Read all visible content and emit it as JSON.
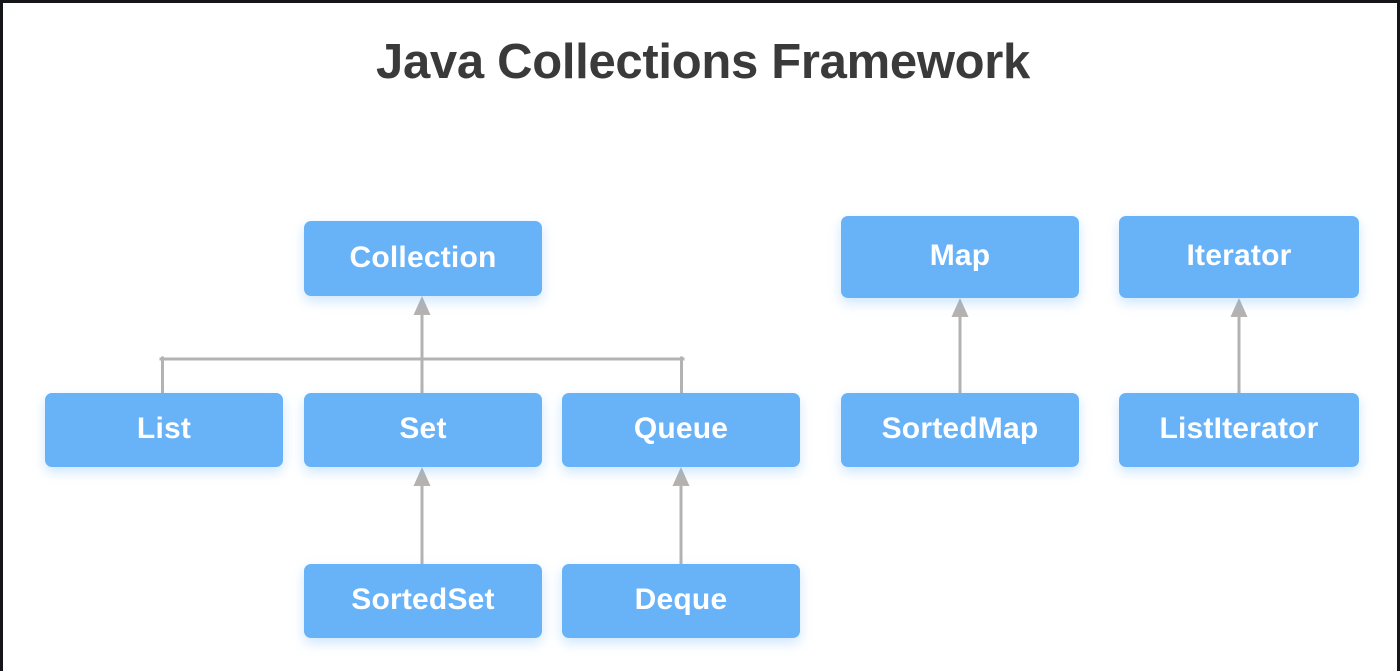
{
  "diagram": {
    "title": "Java Collections Framework",
    "type": "hierarchy",
    "background_color": "#ffffff",
    "node_color": "#68b2f8",
    "node_text_color": "#ffffff",
    "connector_color": "#b3b3b3",
    "title_color": "#3a3a3a",
    "nodes": [
      {
        "id": "collection",
        "label": "Collection",
        "row": "top",
        "column": "collections"
      },
      {
        "id": "map",
        "label": "Map",
        "row": "top",
        "column": "map"
      },
      {
        "id": "iterator",
        "label": "Iterator",
        "row": "top",
        "column": "iterator"
      },
      {
        "id": "list",
        "label": "List",
        "row": "middle",
        "column": "collections"
      },
      {
        "id": "set",
        "label": "Set",
        "row": "middle",
        "column": "collections"
      },
      {
        "id": "queue",
        "label": "Queue",
        "row": "middle",
        "column": "collections"
      },
      {
        "id": "sortedmap",
        "label": "SortedMap",
        "row": "middle",
        "column": "map"
      },
      {
        "id": "listiterator",
        "label": "ListIterator",
        "row": "middle",
        "column": "iterator"
      },
      {
        "id": "sortedset",
        "label": "SortedSet",
        "row": "bottom",
        "column": "collections"
      },
      {
        "id": "deque",
        "label": "Deque",
        "row": "bottom",
        "column": "collections"
      }
    ],
    "edges": [
      {
        "from": "list",
        "to": "collection",
        "style": "arrow-up"
      },
      {
        "from": "set",
        "to": "collection",
        "style": "arrow-up"
      },
      {
        "from": "queue",
        "to": "collection",
        "style": "arrow-up"
      },
      {
        "from": "sortedset",
        "to": "set",
        "style": "arrow-up"
      },
      {
        "from": "deque",
        "to": "queue",
        "style": "arrow-up"
      },
      {
        "from": "sortedmap",
        "to": "map",
        "style": "arrow-up"
      },
      {
        "from": "listiterator",
        "to": "iterator",
        "style": "arrow-up"
      }
    ]
  }
}
